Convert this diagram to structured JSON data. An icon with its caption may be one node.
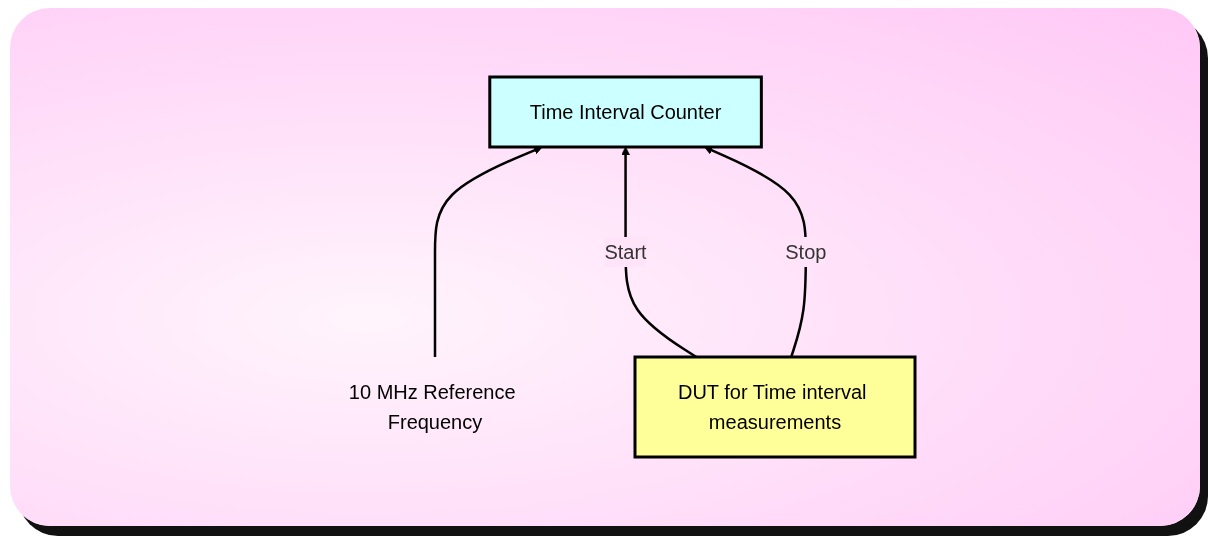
{
  "diagram": {
    "nodes": [
      {
        "text": [
          "Time Interval Counter"
        ]
      },
      {
        "text": [
          "DUT for Time interval measurements"
        ]
      },
      {
        "text": [
          "10 MHz Reference Frequency"
        ]
      }
    ],
    "edges": [
      {
        "from": 2,
        "to": 0,
        "arrow": "to"
      },
      {
        "from": 1,
        "to": 0,
        "arrow": "to",
        "label": "Start"
      },
      {
        "from": 1,
        "to": 0,
        "arrow": "to",
        "label": "Stop"
      }
    ]
  }
}
